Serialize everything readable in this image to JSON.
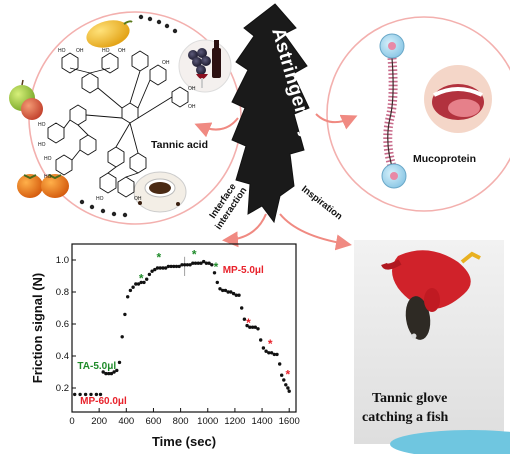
{
  "left_circle": {
    "molecule_label": "Tannic acid",
    "foods": [
      "mango-icon",
      "wine-grapes-icon",
      "apple-icon",
      "persimmon-icon",
      "coffee-cup-icon"
    ]
  },
  "center": {
    "word": "Astringency"
  },
  "right_circle": {
    "protein_label": "Mucoprotein",
    "image_icon": "mouth-tongue-icon"
  },
  "arrows": {
    "left_caption_line1": "Interface",
    "left_caption_line2": "interaction",
    "right_caption": "Inspiration"
  },
  "photo": {
    "caption_line1": "Tannic glove",
    "caption_line2": "catching a fish",
    "icon": "glove-fish-icon"
  },
  "chart_data": {
    "type": "scatter",
    "xlabel": "Time (sec)",
    "ylabel": "Friction signal (N)",
    "xlim": [
      0,
      1650
    ],
    "ylim": [
      0.05,
      1.1
    ],
    "xticks": [
      0,
      200,
      400,
      600,
      800,
      1000,
      1200,
      1400,
      1600
    ],
    "yticks": [
      0.2,
      0.4,
      0.6,
      0.8,
      1.0
    ],
    "xtick_labels": [
      "0",
      "200",
      "400",
      "600",
      "800",
      "1000",
      "1200",
      "1400",
      "1600"
    ],
    "ytick_labels": [
      "0.2",
      "0.4",
      "0.6",
      "0.8",
      "1.0"
    ],
    "series": [
      {
        "color": "#111111",
        "points": [
          [
            20,
            0.16
          ],
          [
            60,
            0.16
          ],
          [
            100,
            0.16
          ],
          [
            140,
            0.16
          ],
          [
            180,
            0.16
          ],
          [
            210,
            0.16
          ],
          [
            230,
            0.3
          ],
          [
            250,
            0.29
          ],
          [
            270,
            0.29
          ],
          [
            290,
            0.29
          ],
          [
            310,
            0.3
          ],
          [
            330,
            0.31
          ],
          [
            350,
            0.36
          ],
          [
            370,
            0.52
          ],
          [
            390,
            0.66
          ],
          [
            410,
            0.77
          ],
          [
            430,
            0.81
          ],
          [
            450,
            0.83
          ],
          [
            470,
            0.85
          ],
          [
            490,
            0.85
          ],
          [
            510,
            0.86
          ],
          [
            530,
            0.86
          ],
          [
            550,
            0.88
          ],
          [
            570,
            0.91
          ],
          [
            590,
            0.93
          ],
          [
            610,
            0.94
          ],
          [
            630,
            0.95
          ],
          [
            650,
            0.95
          ],
          [
            670,
            0.95
          ],
          [
            690,
            0.95
          ],
          [
            710,
            0.96
          ],
          [
            730,
            0.96
          ],
          [
            750,
            0.96
          ],
          [
            770,
            0.96
          ],
          [
            790,
            0.96
          ],
          [
            810,
            0.97
          ],
          [
            830,
            0.97
          ],
          [
            850,
            0.97
          ],
          [
            870,
            0.97
          ],
          [
            890,
            0.98
          ],
          [
            910,
            0.98
          ],
          [
            930,
            0.98
          ],
          [
            950,
            0.98
          ],
          [
            970,
            0.99
          ],
          [
            990,
            0.98
          ],
          [
            1010,
            0.98
          ],
          [
            1030,
            0.97
          ],
          [
            1050,
            0.92
          ],
          [
            1070,
            0.86
          ],
          [
            1090,
            0.82
          ],
          [
            1110,
            0.81
          ],
          [
            1130,
            0.81
          ],
          [
            1150,
            0.8
          ],
          [
            1170,
            0.8
          ],
          [
            1190,
            0.79
          ],
          [
            1210,
            0.78
          ],
          [
            1230,
            0.78
          ],
          [
            1250,
            0.7
          ],
          [
            1270,
            0.63
          ],
          [
            1290,
            0.59
          ],
          [
            1310,
            0.58
          ],
          [
            1330,
            0.58
          ],
          [
            1350,
            0.58
          ],
          [
            1370,
            0.57
          ],
          [
            1390,
            0.5
          ],
          [
            1410,
            0.45
          ],
          [
            1430,
            0.43
          ],
          [
            1450,
            0.42
          ],
          [
            1470,
            0.42
          ],
          [
            1490,
            0.41
          ],
          [
            1510,
            0.41
          ],
          [
            1530,
            0.35
          ],
          [
            1545,
            0.28
          ],
          [
            1560,
            0.25
          ],
          [
            1575,
            0.22
          ],
          [
            1590,
            0.2
          ],
          [
            1600,
            0.18
          ]
        ]
      }
    ],
    "green_markers": [
      [
        510,
        0.86
      ],
      [
        640,
        0.99
      ],
      [
        900,
        1.01
      ],
      [
        1060,
        0.93
      ]
    ],
    "red_markers": [
      [
        1300,
        0.58
      ],
      [
        1460,
        0.45
      ],
      [
        1590,
        0.26
      ]
    ],
    "annotations": [
      {
        "text": "MP-5.0μl",
        "x": 1110,
        "y": 0.92,
        "color": "#e8222b"
      },
      {
        "text": "TA-5.0μl",
        "x": 40,
        "y": 0.32,
        "color": "#1f8b2a"
      },
      {
        "text": "MP-60.0μl",
        "x": 60,
        "y": 0.1,
        "color": "#e8222b"
      }
    ],
    "grid": false,
    "divider_x": 830
  }
}
